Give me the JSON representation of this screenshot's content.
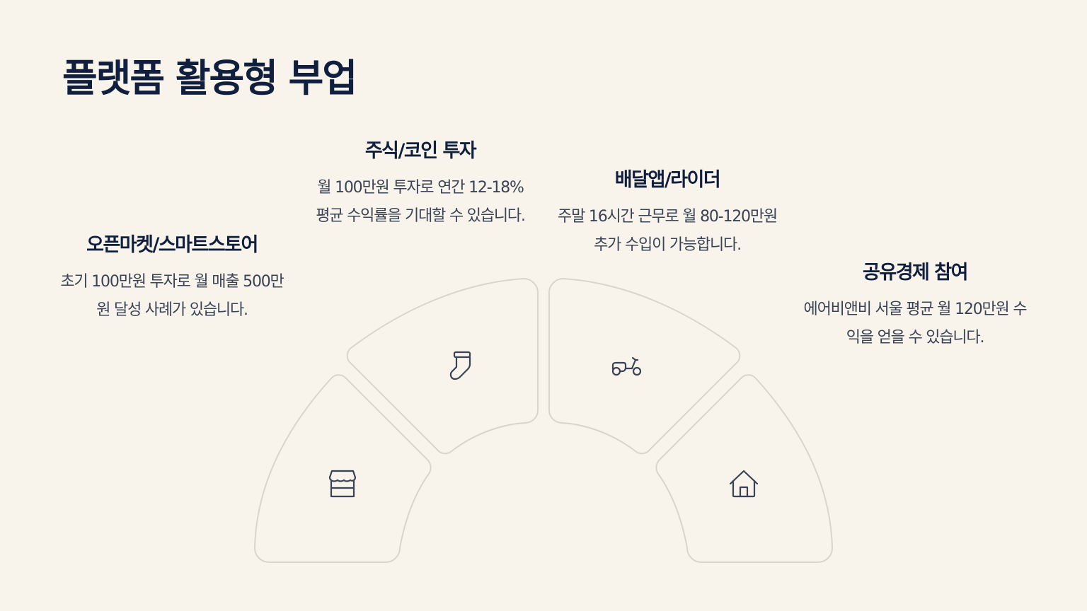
{
  "page": {
    "title": "플랫폼 활용형 부업"
  },
  "items": [
    {
      "title": "오픈마켓/스마트스토어",
      "description": "초기 100만원 투자로 월 매출 500만원 달성 사례가 있습니다.",
      "icon": "store-icon"
    },
    {
      "title": "주식/코인 투자",
      "description": "월 100만원 투자로 연간 12-18% 평균 수익률을 기대할 수 있습니다.",
      "icon": "sock-icon"
    },
    {
      "title": "배달앱/라이더",
      "description": "주말 16시간 근무로 월 80-120만원 추가 수입이 가능합니다.",
      "icon": "scooter-icon"
    },
    {
      "title": "공유경제 참여",
      "description": "에어비앤비 서울 평균 월 120만원 수익을 얻을 수 있습니다.",
      "icon": "house-icon"
    }
  ],
  "colors": {
    "background": "#f8f4eb",
    "title": "#0f1f3d",
    "text": "#3a4255",
    "segment_stroke": "#d9d5cb"
  }
}
